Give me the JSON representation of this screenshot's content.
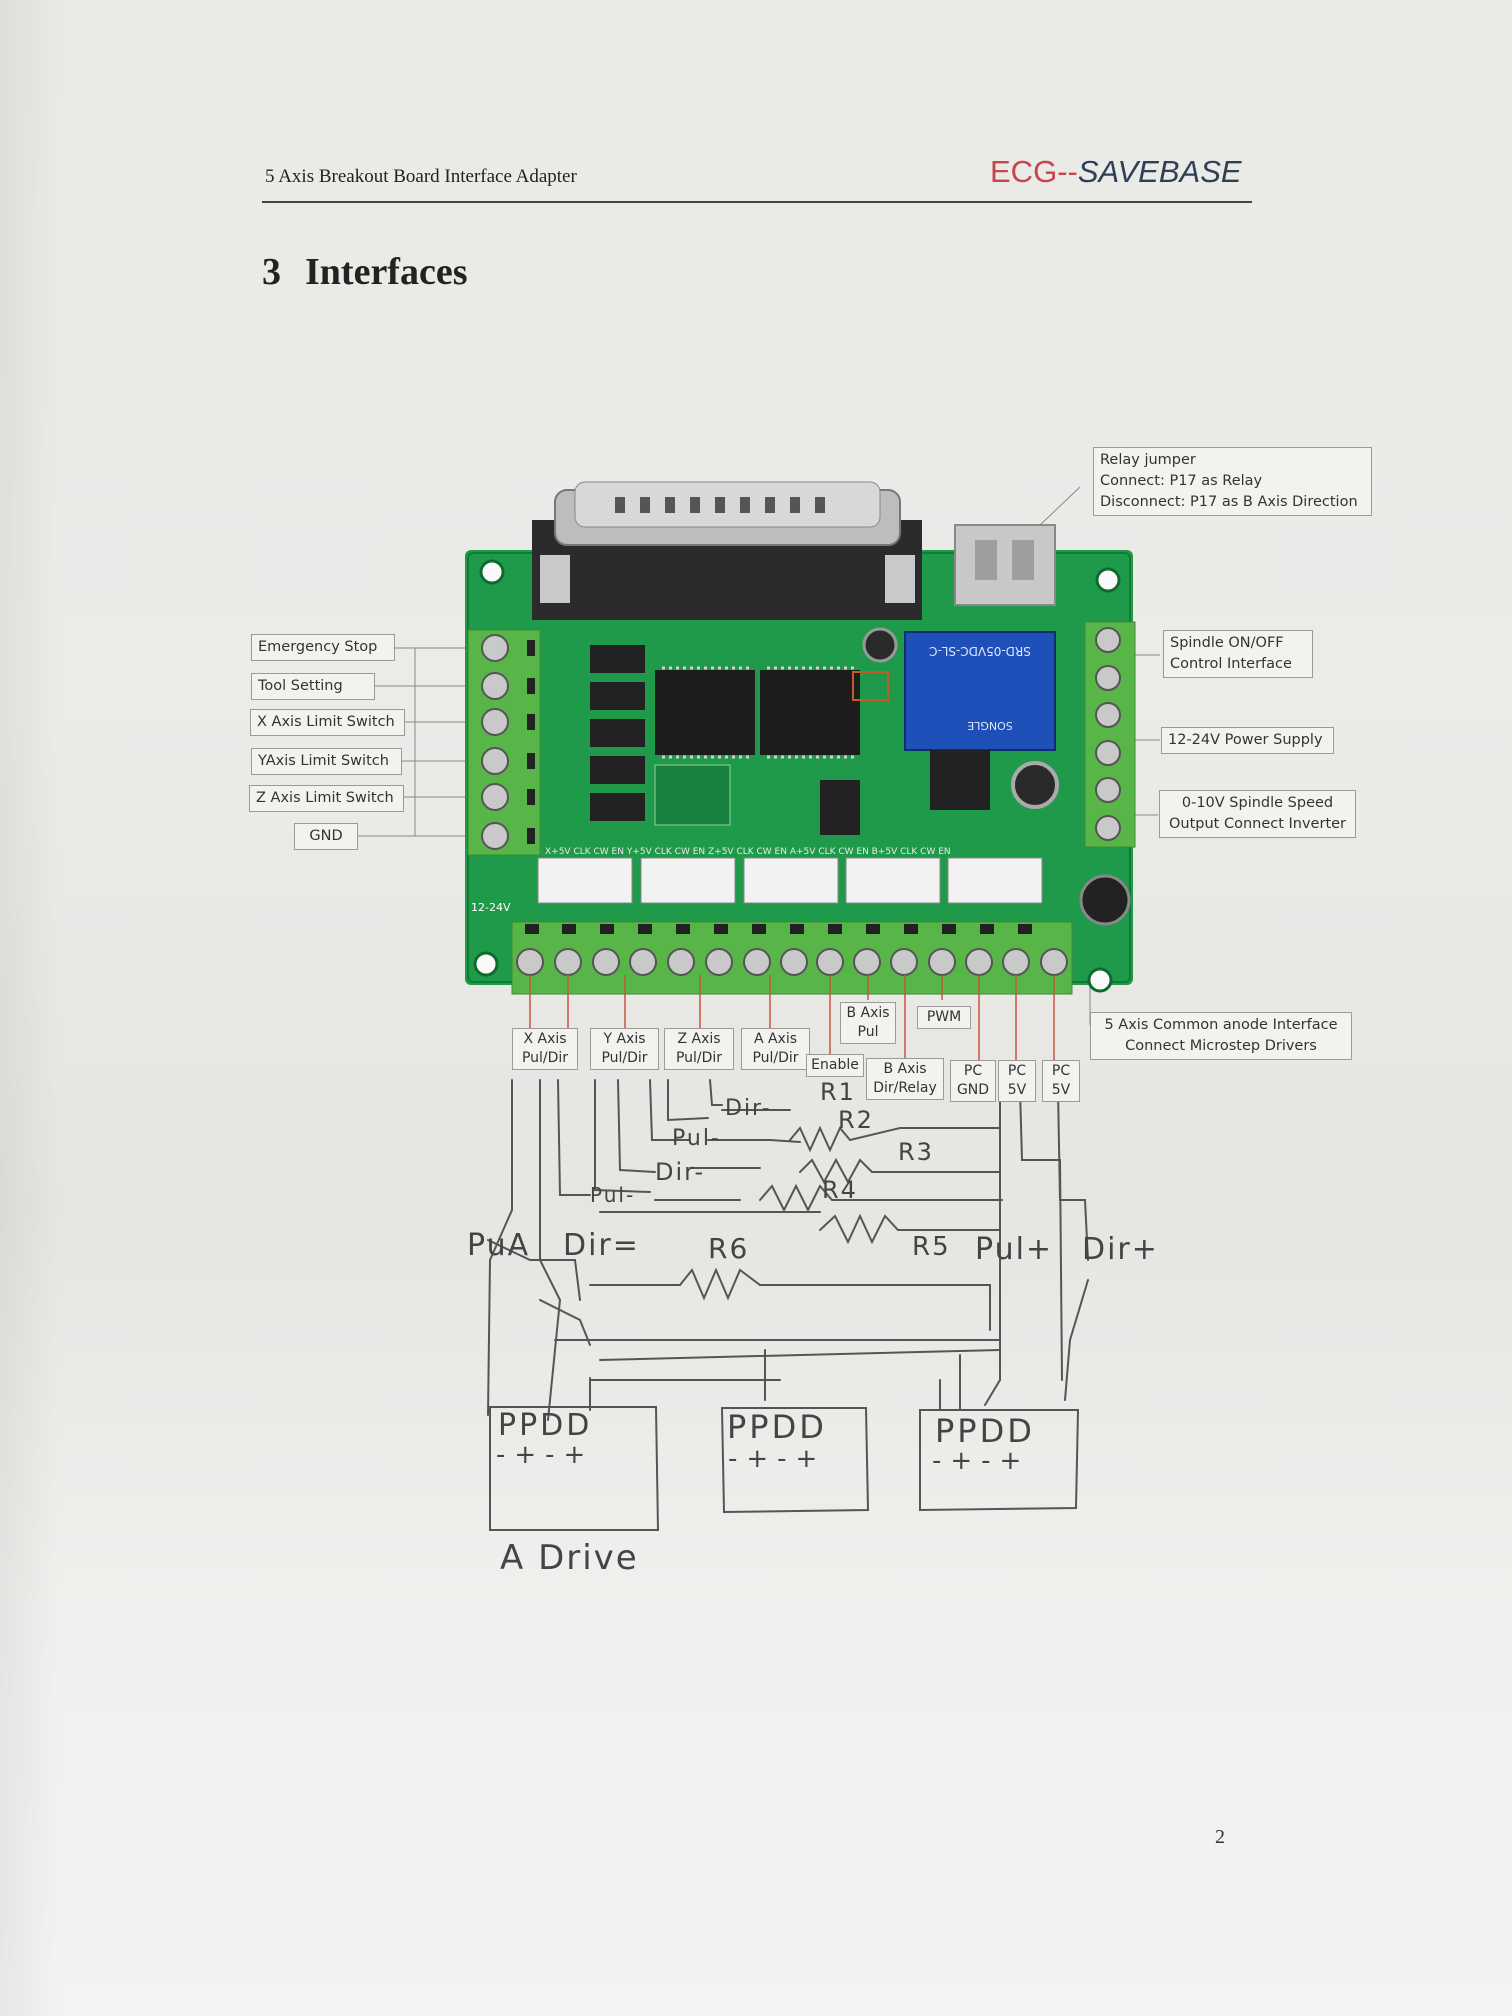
{
  "header": {
    "doc_title": "5 Axis Breakout Board Interface Adapter",
    "brand_ecg": "ECG",
    "brand_dashes": "--",
    "brand_savebase": "SAVEBASE"
  },
  "section": {
    "number": "3",
    "title": "Interfaces"
  },
  "callouts": {
    "relay_jumper": [
      "Relay jumper",
      "Connect: P17 as Relay",
      "Disconnect: P17 as B Axis Direction"
    ],
    "emergency_stop": "Emergency Stop",
    "tool_setting": "Tool Setting",
    "x_limit": "X Axis Limit Switch",
    "y_limit": "YAxis Limit Switch",
    "z_limit": "Z Axis Limit Switch",
    "gnd": "GND",
    "spindle_onoff": [
      "Spindle ON/OFF",
      "Control Interface"
    ],
    "power_supply": "12-24V Power Supply",
    "spindle_speed": [
      "0-10V Spindle Speed",
      "Output Connect Inverter"
    ],
    "common_anode": [
      "5 Axis Common anode Interface",
      "Connect Microstep Drivers"
    ]
  },
  "terminals": {
    "x_axis": [
      "X Axis",
      "Pul/Dir"
    ],
    "y_axis": [
      "Y Axis",
      "Pul/Dir"
    ],
    "z_axis": [
      "Z Axis",
      "Pul/Dir"
    ],
    "a_axis": [
      "A Axis",
      "Pul/Dir"
    ],
    "enable": "Enable",
    "b_axis_pul": [
      "B Axis",
      "Pul"
    ],
    "pwm": "PWM",
    "b_axis_dir": [
      "B Axis",
      "Dir/Relay"
    ],
    "pc_gnd": [
      "PC",
      "GND"
    ],
    "pc_5v_1": [
      "PC",
      "5V"
    ],
    "pc_5v_2": [
      "PC",
      "5V"
    ]
  },
  "board_text": {
    "power_label": "12-24V",
    "relay_model": "SRD-05VDC-SL-C",
    "relay_brand": "SONGLE",
    "connector_labels": "X+5V CLK CW EN   Y+5V CLK CW EN   Z+5V CLK CW EN   A+5V CLK CW EN   B+5V CLK CW EN"
  },
  "handwriting": {
    "r1": "R1",
    "r2": "R2",
    "r3": "R3",
    "r4": "R4",
    "r5": "R5",
    "r6": "R6",
    "dir_minus_1": "Dir-",
    "pul_minus_1": "Pul-",
    "dir_minus_2": "Dir-",
    "pul_minus_2": "Pul-",
    "pul_a": "PuA",
    "dir_eq": "Dir=",
    "pul_plus": "Pul+",
    "dir_plus": "Dir+",
    "drive_1_pins": "PPDD",
    "drive_1_signs": "-+-+",
    "drive_2_pins": "PPDD",
    "drive_2_signs": "-+-+",
    "drive_3_pins": "PPDD",
    "drive_3_signs": "-+-+",
    "drive_caption": "A Drive"
  },
  "page_number": "2",
  "colors": {
    "pcb_green": "#1f9a4a",
    "terminal_green": "#58b548",
    "relay_blue": "#1f4fb8",
    "brand_red": "#c8454e",
    "brand_blue": "#2f3f55"
  }
}
